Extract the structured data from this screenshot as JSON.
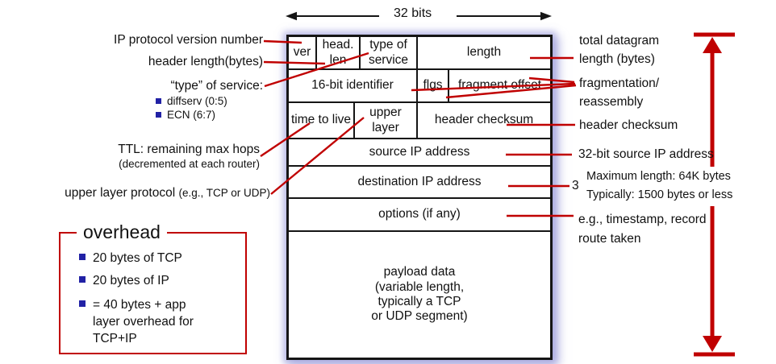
{
  "scale": {
    "label": "32 bits"
  },
  "fields": {
    "ver": "ver",
    "hlen": "head. len",
    "tos": "type of service",
    "length": "length",
    "identifier": "16-bit identifier",
    "flgs": "flgs",
    "frag_offset": "fragment offset",
    "ttl": "time to live",
    "upper_layer": "upper layer",
    "checksum": "header checksum",
    "src": "source IP address",
    "dst": "destination IP address",
    "options": "options (if any)",
    "payload": "payload data\n(variable length,\ntypically a TCP\nor UDP segment)"
  },
  "left_labels": {
    "version": "IP protocol version number",
    "hlen": "header length(bytes)",
    "tos": "“type” of service:",
    "tos_bullets": [
      "diffserv (0:5)",
      "ECN (6:7)"
    ],
    "ttl": "TTL: remaining  max hops",
    "ttl_sub": "(decremented at each router)",
    "upper_main": "upper layer protocol",
    "upper_sub": "(e.g., TCP or UDP)"
  },
  "right_labels": {
    "total_length": "total datagram\nlength (bytes)",
    "fragmentation": "fragmentation/\nreassembly",
    "checksum": "header checksum",
    "src": "32-bit source IP address",
    "dst_partial": "3",
    "max_note": "Maximum length: 64K bytes\nTypically: 1500 bytes or less",
    "options": "e.g., timestamp, record\nroute taken"
  },
  "overhead_box": {
    "title": "overhead",
    "items": [
      "20 bytes of TCP",
      "20 bytes of IP",
      "= 40 bytes + app\nlayer overhead for\nTCP+IP"
    ]
  },
  "colors": {
    "accent_red": "#c00000",
    "bullet_blue": "#2121a5",
    "table_border": "#151515",
    "glow": "#9898d8"
  }
}
